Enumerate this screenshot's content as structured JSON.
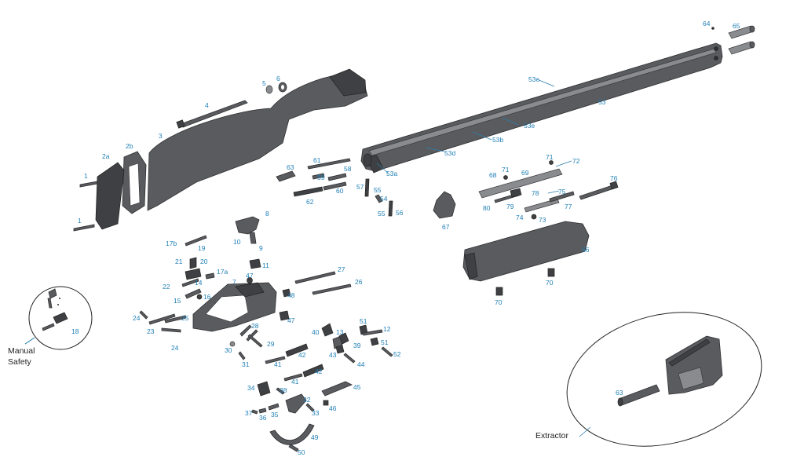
{
  "labels": {
    "l1a": "1",
    "l1b": "1",
    "l2a": "2a",
    "l2b": "2b",
    "l3": "3",
    "l4": "4",
    "l5": "5",
    "l6": "6",
    "l7": "7",
    "l8": "8",
    "l9": "9",
    "l10": "10",
    "l11": "11",
    "l12": "12",
    "l13": "13",
    "l14": "14",
    "l15": "15",
    "l16": "16",
    "l17a": "17a",
    "l17b": "17b",
    "l18": "18",
    "l19": "19",
    "l20": "20",
    "l21": "21",
    "l22": "22",
    "l23": "23",
    "l24a": "24",
    "l24b": "24",
    "l25": "25",
    "l26": "26",
    "l27": "27",
    "l28": "28",
    "l29": "29",
    "l30": "30",
    "l31": "31",
    "l32": "32",
    "l33": "33",
    "l34": "34",
    "l35": "35",
    "l36": "36",
    "l37": "37",
    "l38": "38",
    "l39": "39",
    "l40": "40",
    "l41a": "41",
    "l41b": "41",
    "l42a": "42",
    "l42b": "42",
    "l43": "43",
    "l44": "44",
    "l45": "45",
    "l46": "46",
    "l47a": "47",
    "l47b": "47",
    "l48": "48",
    "l49": "49",
    "l50": "50",
    "l51a": "51",
    "l51b": "51",
    "l52": "52",
    "l53": "53",
    "l53a": "53a",
    "l53b": "53b",
    "l53c": "53c",
    "l53d": "53d",
    "l53e": "53e",
    "l54": "54",
    "l55a": "55",
    "l55b": "55",
    "l56": "56",
    "l57": "57",
    "l58": "58",
    "l59": "59",
    "l60": "60",
    "l61": "61",
    "l62": "62",
    "l63a": "63",
    "l63b": "63",
    "l64": "64",
    "l65": "65",
    "l66": "66",
    "l67": "67",
    "l68": "68",
    "l69": "69",
    "l70a": "70",
    "l70b": "70",
    "l71a": "71",
    "l71b": "71",
    "l72": "72",
    "l73": "73",
    "l74": "74",
    "l75": "75",
    "l76": "76",
    "l77": "77",
    "l78": "78",
    "l79": "79",
    "l80": "80"
  },
  "captions": {
    "manual_safety_line1": "Manual",
    "manual_safety_line2": "Safety",
    "extractor": "Extractor"
  },
  "colors": {
    "label_blue": "#1f7fb5",
    "part_gray": "#5a5b5e"
  }
}
